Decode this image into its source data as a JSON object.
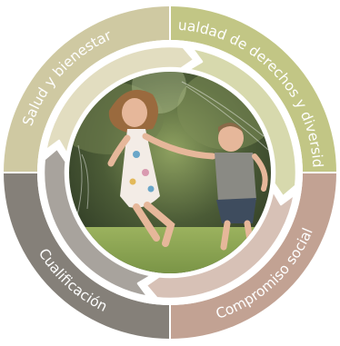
{
  "segments": [
    {
      "label": "Salud y bienestar",
      "color": "#cfc9a2",
      "inner_color": "#e2ddc0"
    },
    {
      "label": "Igualdad de derechos y diversidad",
      "color": "#c2c685",
      "inner_color": "#d7d9ad"
    },
    {
      "label": "Compromiso social",
      "color": "#c2a293",
      "inner_color": "#d7c1b6"
    },
    {
      "label": "Cualificación",
      "color": "#858079",
      "inner_color": "#a8a39d"
    }
  ],
  "photo": {
    "description_icon": "children-playing-photo",
    "colors": {
      "sky": "#5b6a46",
      "grass": "#7c9a4a",
      "dress": "#f3ece6",
      "shirt": "#8a8a84",
      "skin": "#e6b79a",
      "hair": "#9a6a3e"
    }
  }
}
